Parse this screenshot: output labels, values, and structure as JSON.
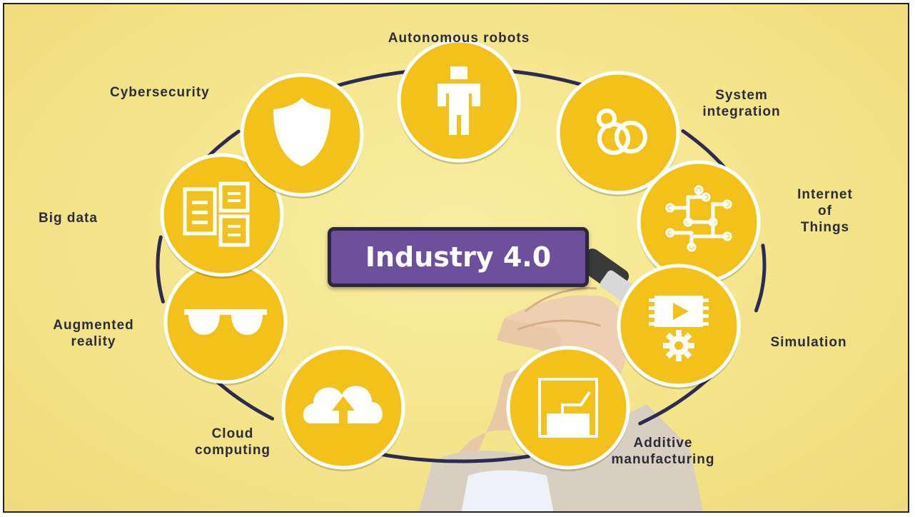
{
  "diagram": {
    "center_label": "Industry 4.0",
    "colors": {
      "background": "#f4e48a",
      "node_fill": "#f2c21b",
      "node_border": "#ffffff",
      "ring": "#2d2a55",
      "center_fill": "#6e4f9c",
      "center_border": "#2d2640",
      "icon": "#ffffff"
    },
    "nodes": [
      {
        "label": "Autonomous robots",
        "icon": "robot-icon"
      },
      {
        "label": "System\nintegration",
        "icon": "linked-circles-icon"
      },
      {
        "label": "Internet\nof\nThings",
        "icon": "circuit-network-icon"
      },
      {
        "label": "Simulation",
        "icon": "simulation-gear-icon"
      },
      {
        "label": "Additive\nmanufacturing",
        "icon": "printer-icon"
      },
      {
        "label": "Cloud\ncomputing",
        "icon": "cloud-upload-icon"
      },
      {
        "label": "Augmented\nreality",
        "icon": "glasses-icon"
      },
      {
        "label": "Big data",
        "icon": "documents-icon"
      },
      {
        "label": "Cybersecurity",
        "icon": "shield-icon"
      }
    ]
  }
}
